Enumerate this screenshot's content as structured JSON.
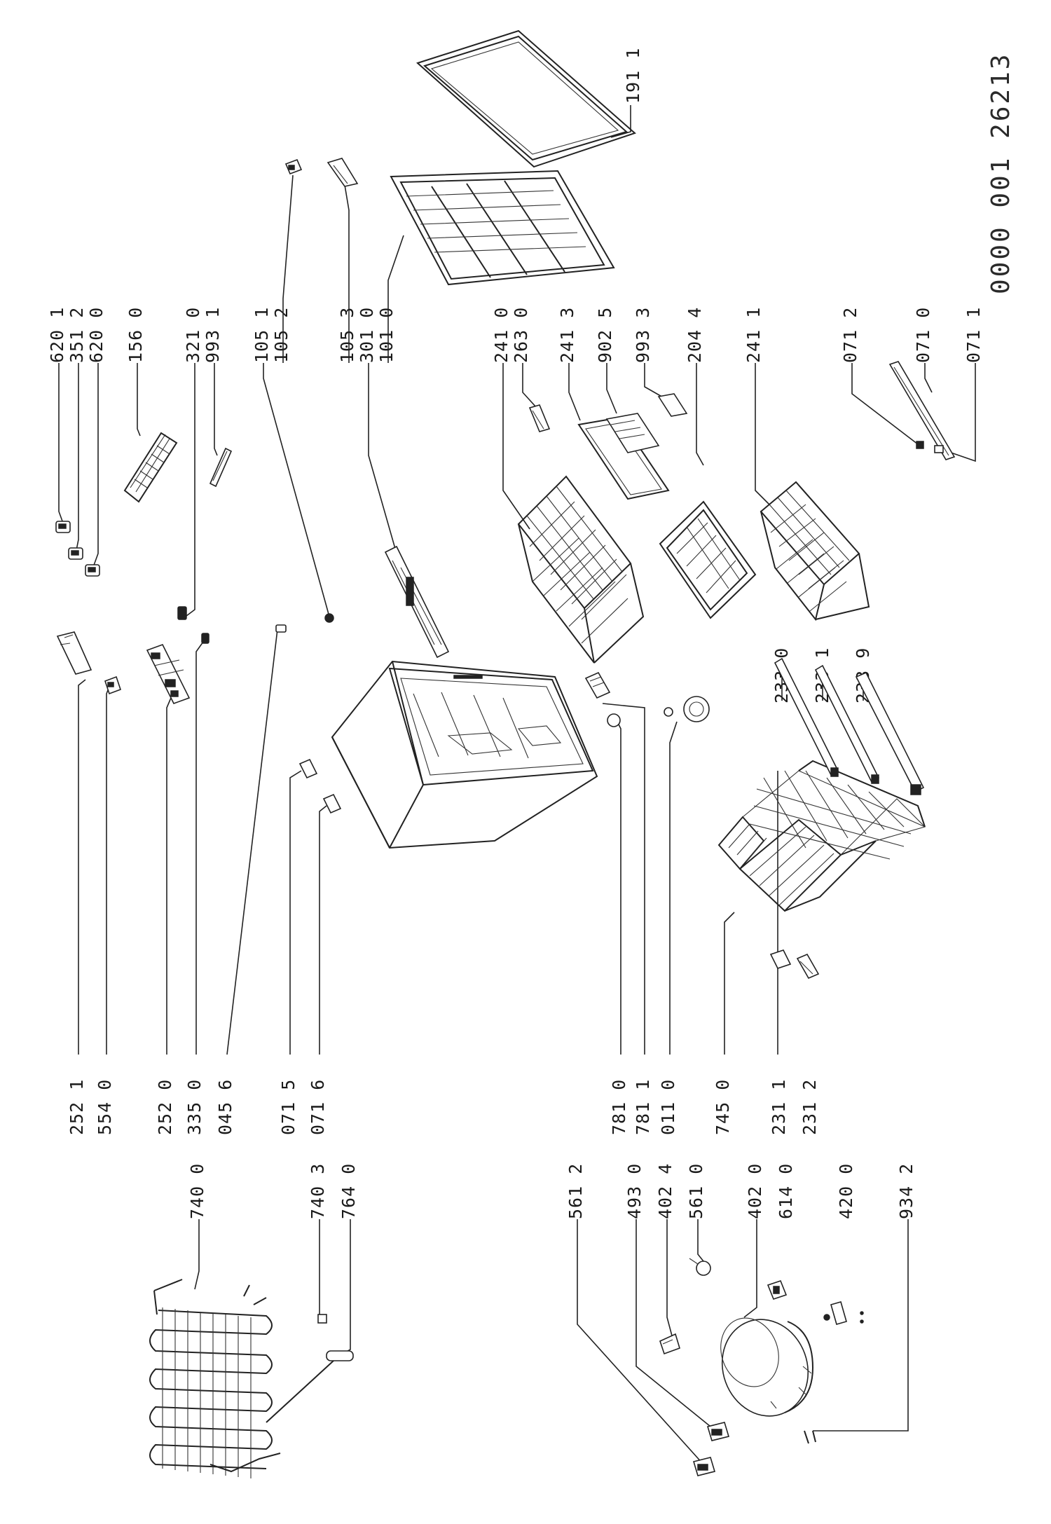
{
  "document_number": "0000 001 26213",
  "labels": {
    "p1911": "191 1",
    "p6201": "620 1",
    "p3512": "351 2",
    "p6200": "620 0",
    "p1560": "156 0",
    "p3210": "321 0",
    "p9931": "993 1",
    "p1051": "105 1",
    "p1052": "105 2",
    "p1053": "105 3",
    "p3010": "301 0",
    "p1010": "101 0",
    "p2410": "241 0",
    "p2630": "263 0",
    "p2413": "241 3",
    "p9025": "902 5",
    "p9933": "993 3",
    "p2044": "204 4",
    "p2411": "241 1",
    "p0712": "071 2",
    "p0710": "071 0",
    "p0711": "071 1",
    "p2521": "252 1",
    "p5540": "554 0",
    "p2520": "252 0",
    "p3350": "335 0",
    "p0456": "045 6",
    "p0715": "071 5",
    "p0716": "071 6",
    "p7810": "781 0",
    "p7811": "781 1",
    "p0110": "011 0",
    "p7450": "745 0",
    "p2311": "231 1",
    "p2312": "231 2",
    "p2330": "233 0",
    "p2331": "233 1",
    "p2339": "233 9",
    "p7400": "740 0",
    "p7403": "740 3",
    "p7640": "764 0",
    "p5612": "561 2",
    "p4930": "493 0",
    "p4024": "402 4",
    "p5610": "561 0",
    "p4020": "402 0",
    "p6140": "614 0",
    "p4200": "420 0",
    "p9342": "934 2"
  }
}
